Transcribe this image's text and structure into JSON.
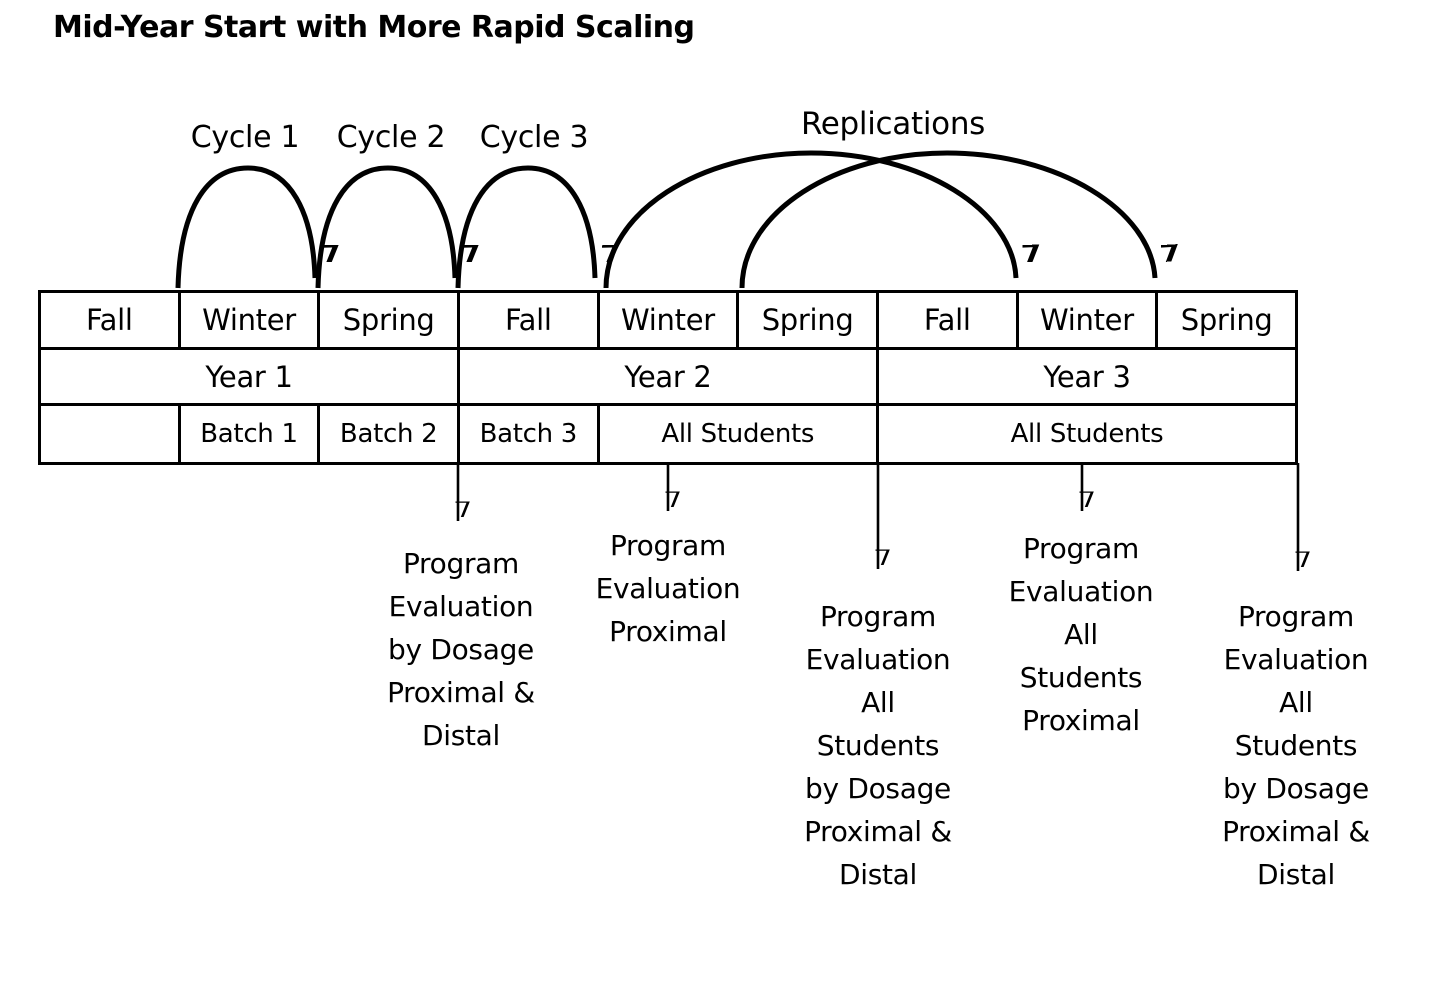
{
  "title": "Mid-Year Start with More Rapid Scaling",
  "arc_labels": {
    "cycle1": "Cycle 1",
    "cycle2": "Cycle 2",
    "cycle3": "Cycle 3",
    "replications": "Replications"
  },
  "table": {
    "rows": [
      {
        "name": "seasons",
        "cells": [
          {
            "label": "Fall",
            "span": 1
          },
          {
            "label": "Winter",
            "span": 1
          },
          {
            "label": "Spring",
            "span": 1
          },
          {
            "label": "Fall",
            "span": 1
          },
          {
            "label": "Winter",
            "span": 1
          },
          {
            "label": "Spring",
            "span": 1
          },
          {
            "label": "Fall",
            "span": 1
          },
          {
            "label": "Winter",
            "span": 1
          },
          {
            "label": "Spring",
            "span": 1
          }
        ]
      },
      {
        "name": "years",
        "cells": [
          {
            "label": "Year 1",
            "span": 3
          },
          {
            "label": "Year 2",
            "span": 3
          },
          {
            "label": "Year 3",
            "span": 3
          }
        ]
      },
      {
        "name": "batches",
        "cells": [
          {
            "label": "",
            "span": 1
          },
          {
            "label": "Batch 1",
            "span": 1
          },
          {
            "label": "Batch 2",
            "span": 1
          },
          {
            "label": "Batch 3",
            "span": 1
          },
          {
            "label": "All Students",
            "span": 2
          },
          {
            "label": "All Students",
            "span": 3
          }
        ]
      }
    ]
  },
  "eval_notes": [
    {
      "lines": [
        "Program",
        "Evaluation",
        "by Dosage",
        "Proximal &",
        "Distal"
      ]
    },
    {
      "lines": [
        "Program",
        "Evaluation",
        "Proximal"
      ]
    },
    {
      "lines": [
        "Program",
        "Evaluation",
        "All",
        "Students",
        "by Dosage",
        "Proximal &",
        "Distal"
      ]
    },
    {
      "lines": [
        "Program",
        "Evaluation",
        "All",
        "Students",
        "Proximal"
      ]
    },
    {
      "lines": [
        "Program",
        "Evaluation",
        "All",
        "Students",
        "by Dosage",
        "Proximal &",
        "Distal"
      ]
    }
  ],
  "colors": {
    "ink": "#000000",
    "background": "#ffffff"
  }
}
